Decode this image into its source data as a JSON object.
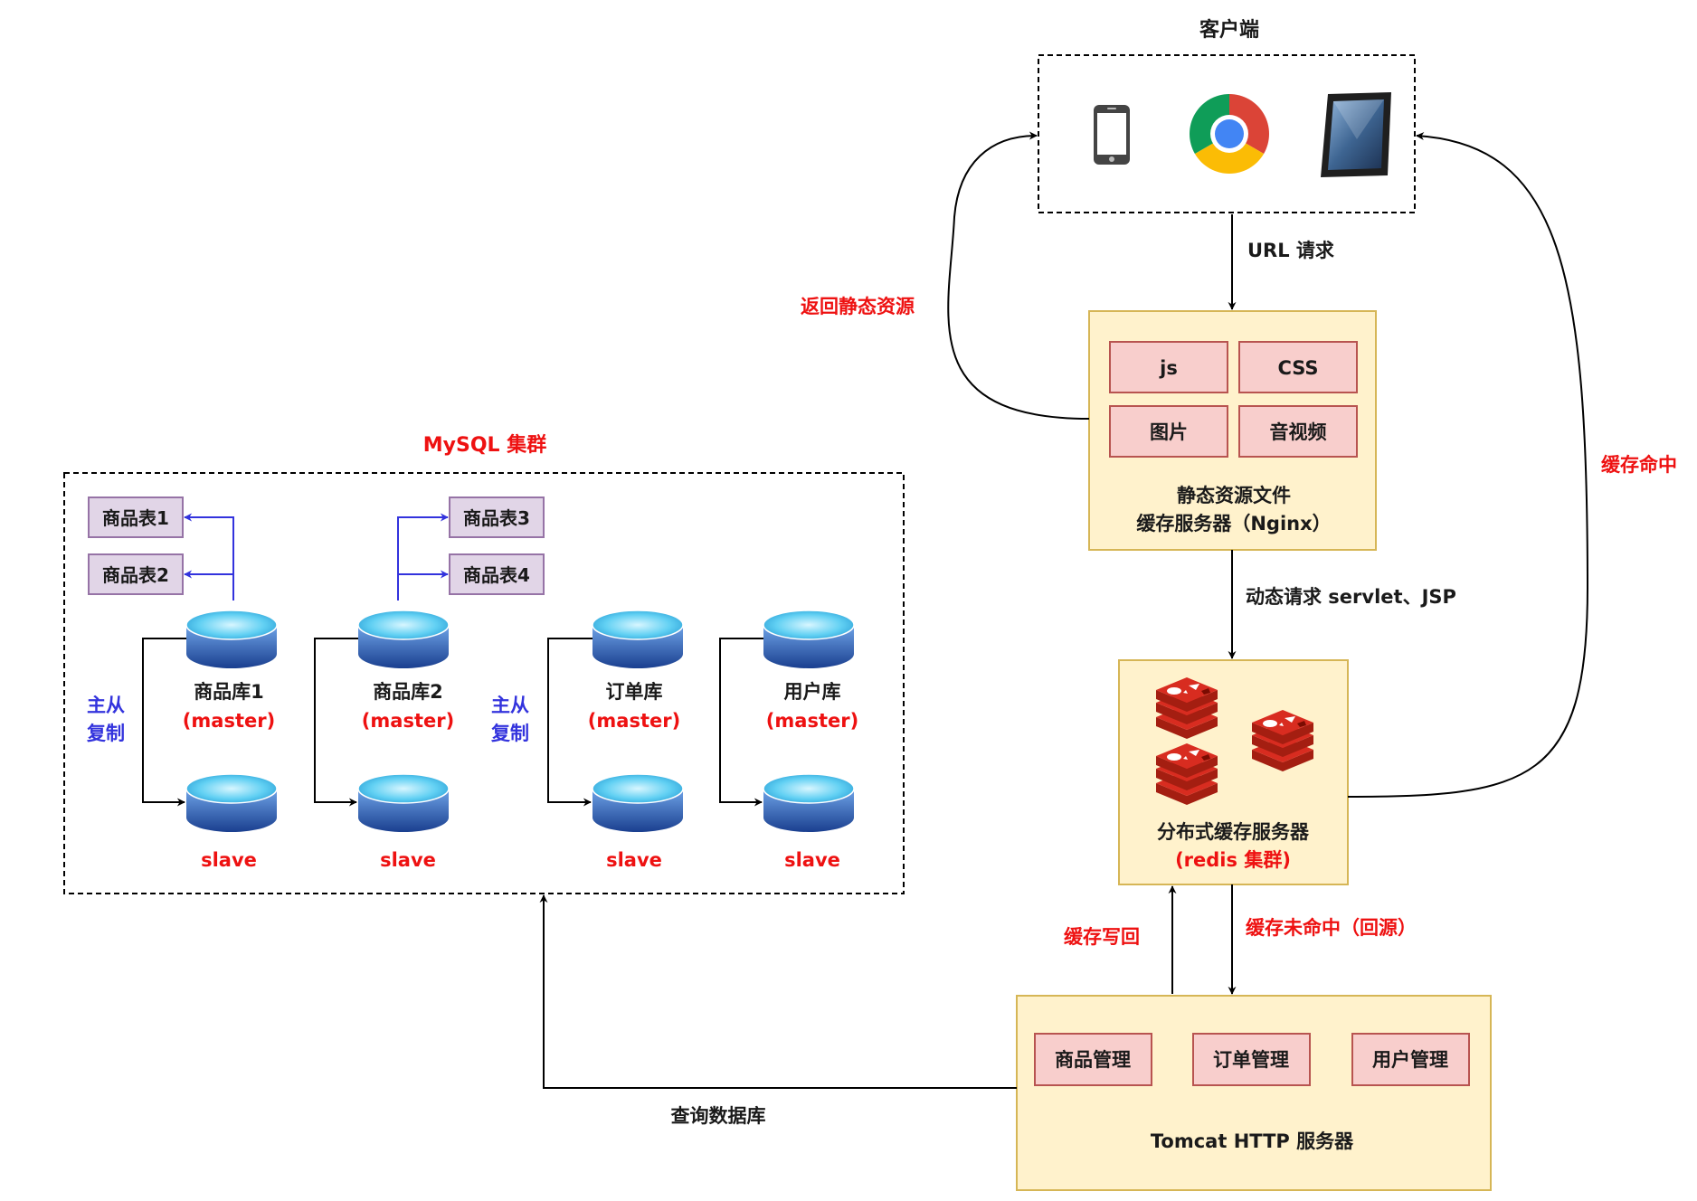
{
  "client": {
    "title": "客户端",
    "devices": [
      "phone-icon",
      "chrome-browser-icon",
      "tablet-icon"
    ]
  },
  "edges": {
    "url_request": "URL 请求",
    "return_static": "返回静态资源",
    "cache_hit": "缓存命中",
    "dynamic_request": "动态请求 servlet、JSP",
    "cache_writeback": "缓存写回",
    "cache_miss": "缓存未命中（回源）",
    "query_db": "查询数据库"
  },
  "nginx": {
    "items": [
      "js",
      "CSS",
      "图片",
      "音视频"
    ],
    "title_line1": "静态资源文件",
    "title_line2": "缓存服务器（Nginx）"
  },
  "redis": {
    "title_line1": "分布式缓存服务器",
    "title_line2": "(redis 集群)"
  },
  "tomcat": {
    "modules": [
      "商品管理",
      "订单管理",
      "用户管理"
    ],
    "title": "Tomcat HTTP 服务器"
  },
  "mysql": {
    "title": "MySQL 集群",
    "replication_label": [
      "主从",
      "复制"
    ],
    "tables": [
      "商品表1",
      "商品表2",
      "商品表3",
      "商品表4"
    ],
    "databases": [
      {
        "name": "商品库1",
        "role": "(master)",
        "slave": "slave"
      },
      {
        "name": "商品库2",
        "role": "(master)",
        "slave": "slave"
      },
      {
        "name": "订单库",
        "role": "(master)",
        "slave": "slave"
      },
      {
        "name": "用户库",
        "role": "(master)",
        "slave": "slave"
      }
    ]
  },
  "colors": {
    "panel_fill": "#fff2cc",
    "panel_stroke": "#d6b656",
    "item_fill": "#f8cecc",
    "item_stroke": "#b85450",
    "table_fill": "#e1d5e7",
    "table_stroke": "#9673a6",
    "accent_red": "#ee1111",
    "accent_blue": "#3333dd"
  }
}
